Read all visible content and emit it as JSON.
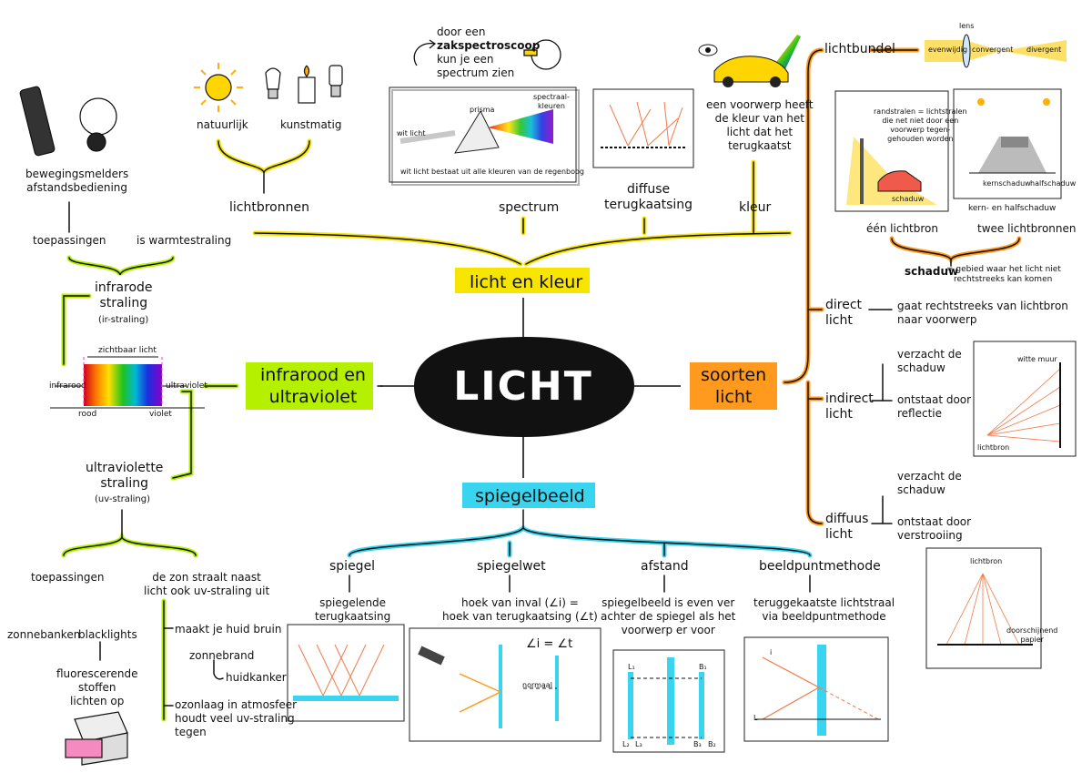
{
  "center": {
    "title": "LICHT"
  },
  "branches": {
    "licht_en_kleur": "licht en kleur",
    "infrarood": [
      "infrarood en",
      "ultraviolet"
    ],
    "soorten": [
      "soorten",
      "licht"
    ],
    "spiegelbeeld": "spiegelbeeld"
  },
  "licht_en_kleur": {
    "lichtbronnen": "lichtbronnen",
    "natuurlijk": "natuurlijk",
    "kunstmatig": "kunstmatig",
    "spectrum": "spectrum",
    "zakspectroscoop": [
      "door een",
      "zakspectroscoop",
      "kun je een",
      "spectrum zien"
    ],
    "prism_labels": {
      "wit_licht": "wit licht",
      "prisma": "prisma",
      "spectraal": [
        "spectraal-",
        "kleuren"
      ],
      "caption": "wit licht bestaat uit alle kleuren van de regenboog"
    },
    "diffuse": [
      "diffuse",
      "terugkaatsing"
    ],
    "kleur": "kleur",
    "kleur_text": [
      "een voorwerp heeft",
      "de kleur van het",
      "licht dat het",
      "terugkaatst"
    ]
  },
  "infrarood": {
    "devices": [
      "bewegingsmelders",
      "afstandsbediening"
    ],
    "toepassingen": "toepassingen",
    "warmte": "is warmtestraling",
    "ir_title": [
      "infrarode",
      "straling"
    ],
    "ir_sub": "(ir-straling)",
    "zichtbaar": "zichtbaar licht",
    "infrarood": "infrarood",
    "ultraviolet": "ultraviolet",
    "rood": "rood",
    "violet": "violet",
    "uv_title": [
      "ultraviolette",
      "straling"
    ],
    "uv_sub": "(uv-straling)",
    "toepassingen2": "toepassingen",
    "zon": [
      "de zon straalt naast",
      "licht ook uv-straling uit"
    ],
    "zonnebanken": "zonnebanken",
    "blacklights": "blacklights",
    "fluor": [
      "fluorescerende",
      "stoffen",
      "lichten op"
    ],
    "huid": "maakt je huid bruin",
    "zonnebrand": "zonnebrand",
    "huidkanker": "huidkanker",
    "ozon": [
      "ozonlaag in atmosfeer",
      "houdt veel uv-straling",
      "tegen"
    ]
  },
  "soorten": {
    "lichtbundel": "lichtbundel",
    "lens": "lens",
    "evenwijdig": "evenwijdig",
    "convergent": "convergent",
    "divergent": "divergent",
    "randstralen": [
      "randstralen = lichtstralen",
      "die net niet door een",
      "voorwerp tegen-",
      "gehouden worden"
    ],
    "schaduw_small": "schaduw",
    "kernschaduw": "kernschaduw",
    "halfschaduw": "halfschaduw",
    "kern_half": "kern- en halfschaduw",
    "een_lichtbron": "één lichtbron",
    "twee_lichtbronnen": "twee lichtbronnen",
    "schaduw": "schaduw",
    "schaduw_def": [
      "= gebied waar het licht niet",
      "rechtstreeks kan komen"
    ],
    "direct": [
      "direct",
      "licht"
    ],
    "direct_text": [
      "gaat rechtstreeks van lichtbron",
      "naar voorwerp"
    ],
    "indirect": [
      "indirect",
      "licht"
    ],
    "verzacht1": [
      "verzacht de",
      "schaduw"
    ],
    "reflectie": [
      "ontstaat door",
      "reflectie"
    ],
    "witte_muur": "witte muur",
    "lichtbron1": "lichtbron",
    "diffuus": [
      "diffuus",
      "licht"
    ],
    "verzacht2": [
      "verzacht de",
      "schaduw"
    ],
    "verstrooiing": [
      "ontstaat door",
      "verstrooiing"
    ],
    "lichtbron2": "lichtbron",
    "doorschijnend": [
      "doorschijnend",
      "papier"
    ]
  },
  "spiegelbeeld": {
    "spiegel": "spiegel",
    "spiegel_text": [
      "spiegelende",
      "terugkaatsing"
    ],
    "spiegelwet": "spiegelwet",
    "spiegelwet_text": [
      "hoek van inval (∠i) =",
      "hoek van terugkaatsing (∠t)"
    ],
    "formula": "∠i = ∠t",
    "normaal": "normaal",
    "afstand": "afstand",
    "afstand_text": [
      "spiegelbeeld is even ver",
      "achter de spiegel als het",
      "voorwerp er voor"
    ],
    "beeldpunt": "beeldpuntmethode",
    "beeldpunt_text": [
      "teruggekaatste lichtstraal",
      "via beeldpuntmethode"
    ],
    "l1": "L₁",
    "b1": "B₁",
    "l2": "L₂",
    "l3": "L₃",
    "b3": "B₃",
    "b2": "B₂",
    "i": "i",
    "l": "L"
  },
  "colors": {
    "yellow": "#f7e500",
    "lime": "#b5f000",
    "orange": "#ff9a1f",
    "cyan": "#39d5f0",
    "center": "#111111",
    "ray": "#f07a4a"
  }
}
